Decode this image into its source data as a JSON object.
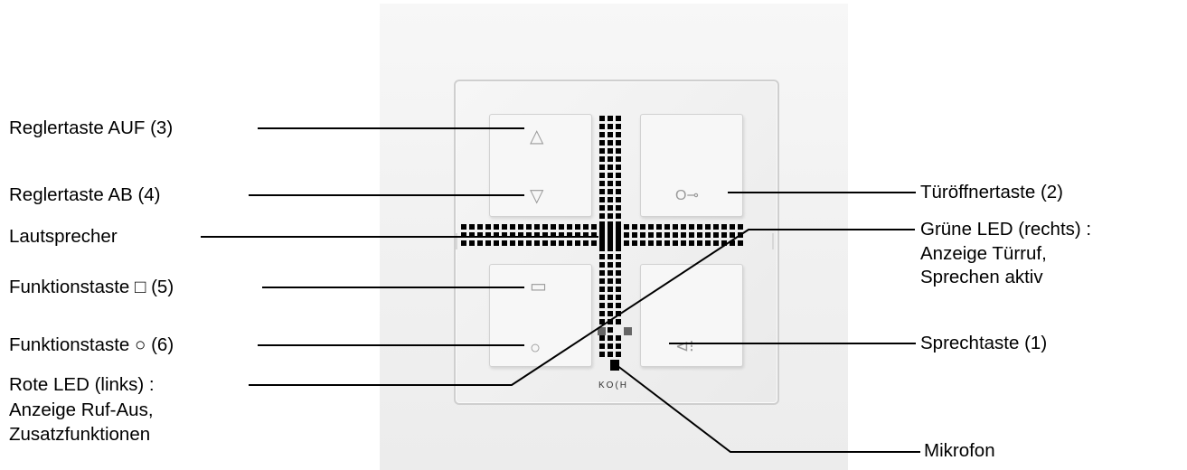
{
  "labels_left": {
    "up": "Reglertaste AUF (3)",
    "down": "Reglertaste AB (4)",
    "speaker": "Lautsprecher",
    "func5": "Funktionstaste □ (5)",
    "func6": "Funktionstaste ○ (6)",
    "red_led": [
      "Rote LED (links) :",
      "Anzeige Ruf-Aus,",
      "Zusatzfunktionen"
    ]
  },
  "labels_right": {
    "door": "Türöffnertaste (2)",
    "green_led": [
      "Grüne LED (rechts) :",
      "Anzeige Türruf,",
      "Sprechen aktiv"
    ],
    "talk": "Sprechtaste (1)",
    "mic": "Mikrofon"
  },
  "device": {
    "brand": "KO(H",
    "keys": {
      "top_left_symbols": [
        "up-triangle",
        "down-triangle"
      ],
      "top_right_symbol": "key-icon",
      "bottom_left_symbols": [
        "square",
        "circle"
      ],
      "bottom_right_symbol": "speaker-icon"
    }
  },
  "colors": {
    "panel": "#f1f1f1",
    "key": "#f7f7f7",
    "grille": "#000000",
    "line": "#000000"
  }
}
